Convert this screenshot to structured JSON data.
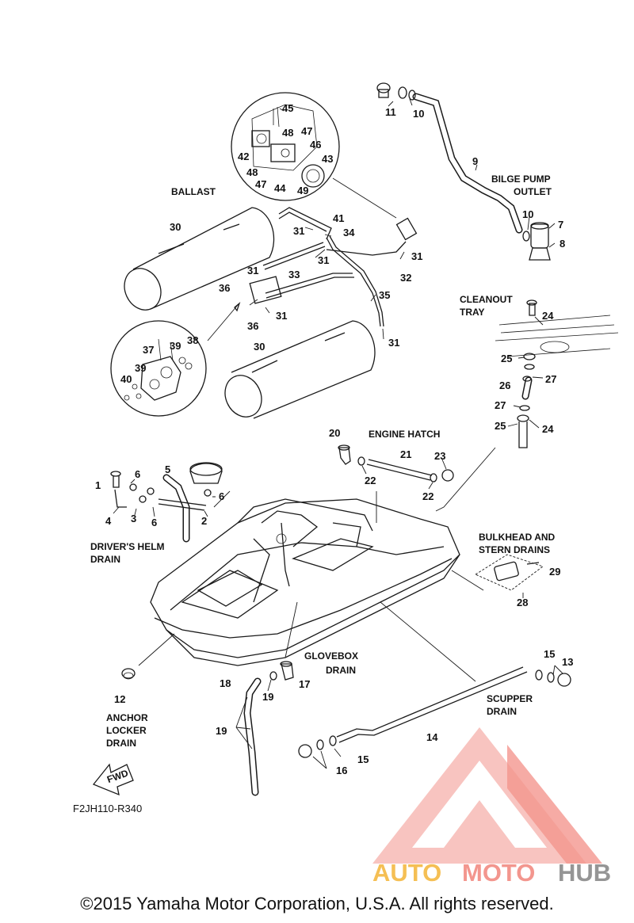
{
  "labels": {
    "ballast": "BALLAST",
    "bilge_pump_outlet": [
      "BILGE PUMP",
      "OUTLET"
    ],
    "cleanout_tray": [
      "CLEANOUT",
      "TRAY"
    ],
    "engine_hatch": "ENGINE HATCH",
    "bulkhead_stern": [
      "BULKHEAD AND",
      "STERN DRAINS"
    ],
    "drivers_helm": [
      "DRIVER'S HELM",
      "DRAIN"
    ],
    "glovebox": [
      "GLOVEBOX",
      "DRAIN"
    ],
    "scupper": [
      "SCUPPER",
      "DRAIN"
    ],
    "anchor_locker": [
      "ANCHOR",
      "LOCKER",
      "DRAIN"
    ],
    "fwd": "FWD"
  },
  "part_numbers": [
    {
      "n": "45"
    },
    {
      "n": "48"
    },
    {
      "n": "47"
    },
    {
      "n": "46"
    },
    {
      "n": "42"
    },
    {
      "n": "43"
    },
    {
      "n": "48"
    },
    {
      "n": "47"
    },
    {
      "n": "44"
    },
    {
      "n": "49"
    },
    {
      "n": "11"
    },
    {
      "n": "10"
    },
    {
      "n": "9"
    },
    {
      "n": "10"
    },
    {
      "n": "7"
    },
    {
      "n": "8"
    },
    {
      "n": "30"
    },
    {
      "n": "31"
    },
    {
      "n": "41"
    },
    {
      "n": "34"
    },
    {
      "n": "31"
    },
    {
      "n": "31"
    },
    {
      "n": "33"
    },
    {
      "n": "31"
    },
    {
      "n": "32"
    },
    {
      "n": "36"
    },
    {
      "n": "35"
    },
    {
      "n": "36"
    },
    {
      "n": "31"
    },
    {
      "n": "31"
    },
    {
      "n": "30"
    },
    {
      "n": "38"
    },
    {
      "n": "37"
    },
    {
      "n": "39"
    },
    {
      "n": "39"
    },
    {
      "n": "40"
    },
    {
      "n": "24"
    },
    {
      "n": "25"
    },
    {
      "n": "27"
    },
    {
      "n": "26"
    },
    {
      "n": "27"
    },
    {
      "n": "25"
    },
    {
      "n": "24"
    },
    {
      "n": "20"
    },
    {
      "n": "21"
    },
    {
      "n": "23"
    },
    {
      "n": "22"
    },
    {
      "n": "22"
    },
    {
      "n": "1"
    },
    {
      "n": "6"
    },
    {
      "n": "5"
    },
    {
      "n": "6"
    },
    {
      "n": "4"
    },
    {
      "n": "3"
    },
    {
      "n": "6"
    },
    {
      "n": "2"
    },
    {
      "n": "29"
    },
    {
      "n": "28"
    },
    {
      "n": "12"
    },
    {
      "n": "18"
    },
    {
      "n": "19"
    },
    {
      "n": "17"
    },
    {
      "n": "19"
    },
    {
      "n": "15"
    },
    {
      "n": "13"
    },
    {
      "n": "14"
    },
    {
      "n": "16"
    },
    {
      "n": "15"
    }
  ],
  "figure_code": "F2JH110-R340",
  "watermark": {
    "auto": "AUTO",
    "moto": "MOTO",
    "hub": "HUB"
  },
  "colors": {
    "accent": "#f28b82",
    "orange": "#f5b942",
    "gray": "#8a8a8a"
  },
  "copyright": "©2015 Yamaha Motor Corporation, U.S.A. All rights reserved."
}
